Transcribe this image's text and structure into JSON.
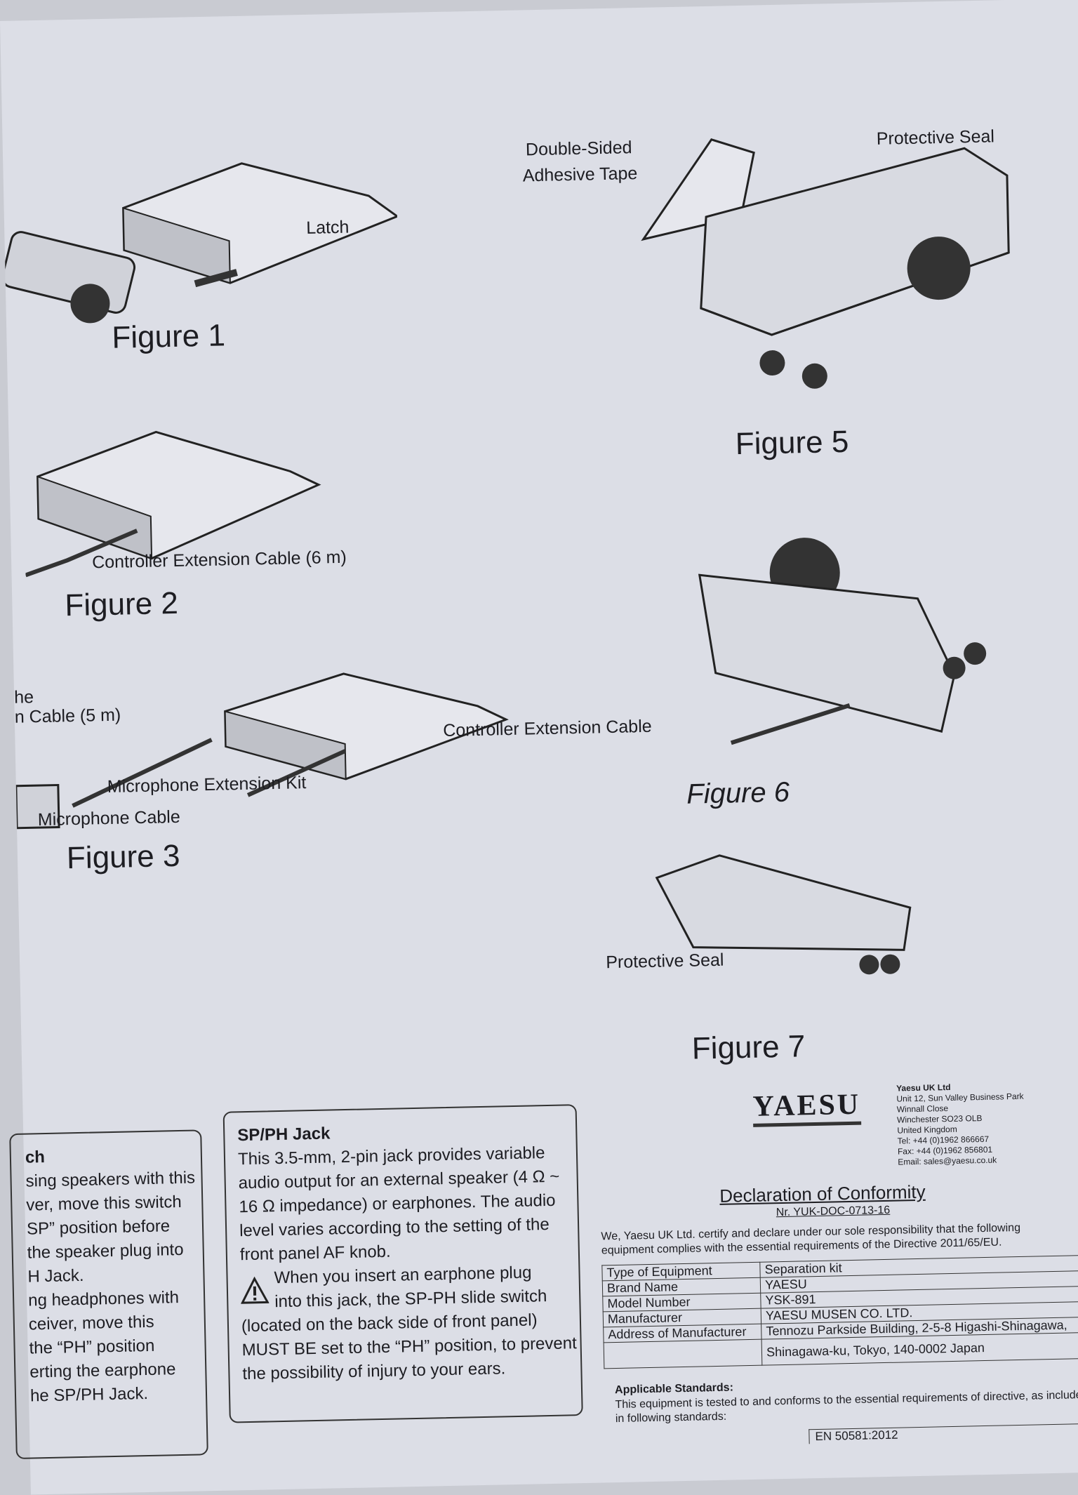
{
  "figures": {
    "figure1": {
      "caption": "Figure 1",
      "labels": [
        "Latch"
      ]
    },
    "figure2": {
      "caption": "Figure 2",
      "labels": [
        "Controller Extension Cable (6 m)"
      ]
    },
    "figure3": {
      "caption": "Figure 3",
      "labels": [
        "he",
        "n Cable (5 m)",
        "Microphone Extension Kit",
        "Microphone Cable"
      ]
    },
    "figure5": {
      "caption": "Figure 5",
      "labels": [
        "Double-Sided",
        "Adhesive Tape",
        "Protective Seal"
      ]
    },
    "figure6": {
      "caption": "Figure 6",
      "labels": [
        "Controller Extension Cable"
      ]
    },
    "figure7": {
      "caption": "Figure 7",
      "labels": [
        "Protective Seal"
      ]
    }
  },
  "left_box": {
    "title": "ch",
    "lines": [
      "sing speakers with this",
      "ver, move this switch",
      "SP” position before",
      "the speaker plug into",
      "H Jack.",
      "ng headphones with",
      "ceiver, move this",
      "the “PH” position",
      "erting the earphone",
      "he SP/PH Jack."
    ]
  },
  "spph_box": {
    "title": "SP/PH Jack",
    "lines": [
      "This 3.5-mm, 2-pin jack provides variable",
      "audio output for an external speaker (4 Ω ~",
      "16 Ω impedance) or earphones. The audio",
      "level varies according to the setting of the",
      "front panel AF knob."
    ],
    "warning_lines": [
      "When you insert an earphone plug",
      "into this jack, the SP-PH slide switch",
      "(located on the back side of front panel)",
      "MUST BE set to the “PH” position, to prevent",
      "the possibility of injury to your ears."
    ]
  },
  "company": {
    "logo": "YAESU",
    "address": [
      "Yaesu UK Ltd",
      "Unit 12, Sun Valley Business Park",
      "Winnall Close",
      "Winchester SO23 OLB",
      "United Kingdom",
      "Tel: +44 (0)1962 866667",
      "Fax: +44 (0)1962 856801",
      "Email: sales@yaesu.co.uk"
    ]
  },
  "declaration": {
    "title": "Declaration of Conformity",
    "number": "Nr. YUK-DOC-0713-16",
    "intro": [
      "We, Yaesu UK Ltd. certify and declare under our sole responsibility that the following",
      "equipment complies with the essential requirements of the Directive 2011/65/EU."
    ],
    "rows": [
      {
        "label": "Type of Equipment",
        "value": "Separation kit"
      },
      {
        "label": "Brand Name",
        "value": "YAESU"
      },
      {
        "label": "Model Number",
        "value": "YSK-891"
      },
      {
        "label": "Manufacturer",
        "value": "YAESU MUSEN CO. LTD."
      },
      {
        "label": "Address of Manufacturer",
        "value": "Tennozu Parkside Building, 2-5-8 Higashi-Shinagawa,"
      },
      {
        "label": "",
        "value": "Shinagawa-ku, Tokyo, 140-0002 Japan"
      }
    ],
    "standards_title": "Applicable Standards:",
    "standards_text": [
      "This equipment is tested to and conforms to the essential requirements of directive, as include",
      "in following standards:"
    ],
    "standard": "EN 50581:2012"
  }
}
